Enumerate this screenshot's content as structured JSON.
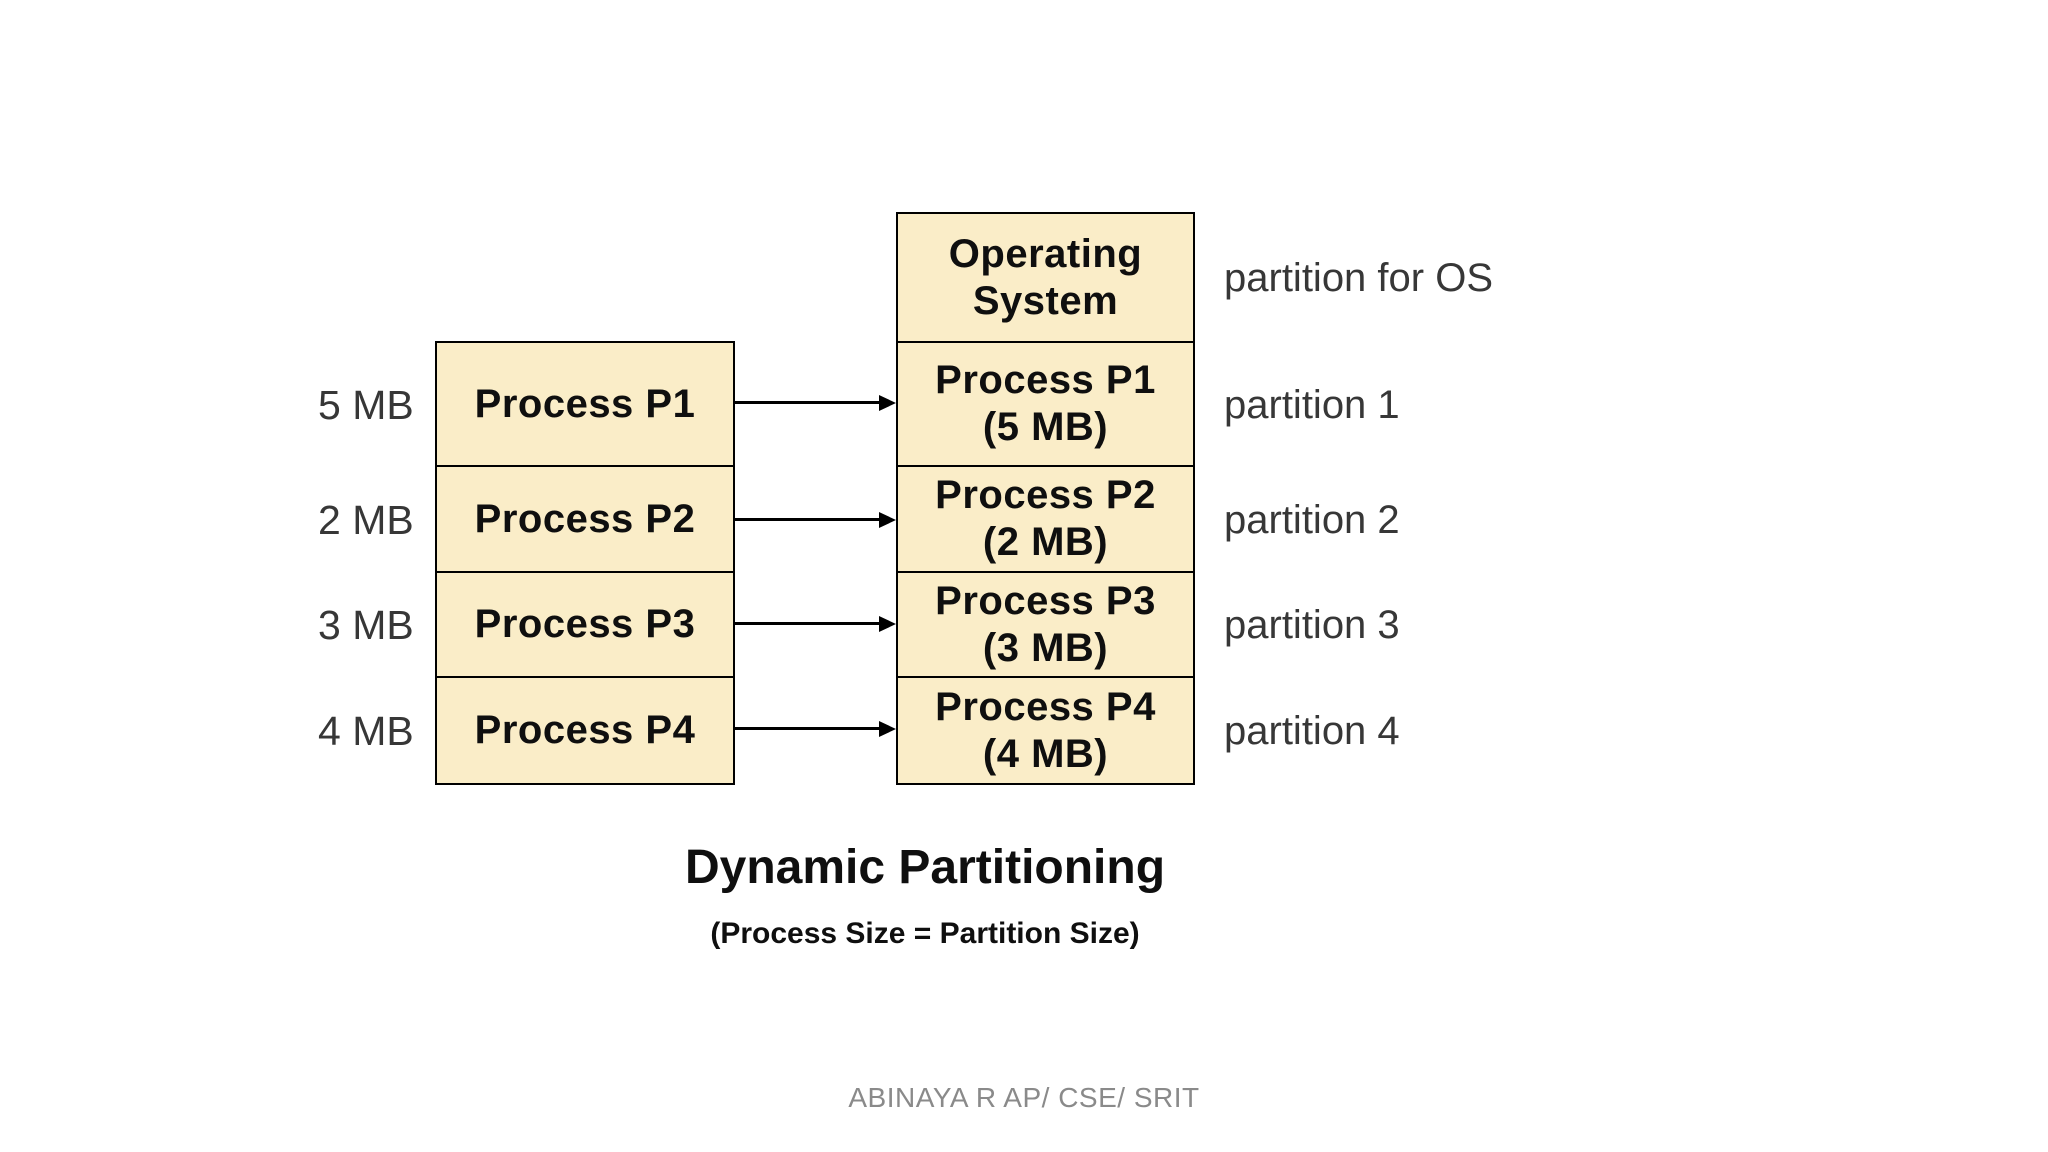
{
  "diagram": {
    "title": "Dynamic Partitioning",
    "subtitle": "(Process Size = Partition Size)",
    "footer": "ABINAYA R AP/ CSE/ SRIT",
    "colors": {
      "page_bg": "#ffffff",
      "box_fill": "#FAEDC8",
      "box_border": "#000000",
      "box_text": "#0f0f0f",
      "label_text": "#373737",
      "arrow": "#000000",
      "footer_text": "#8a8a8a"
    },
    "left_column": {
      "rows": [
        {
          "size_label": "5 MB",
          "box_label": "Process P1"
        },
        {
          "size_label": "2 MB",
          "box_label": "Process P2"
        },
        {
          "size_label": "3 MB",
          "box_label": "Process P3"
        },
        {
          "size_label": "4 MB",
          "box_label": "Process P4"
        }
      ]
    },
    "right_column": {
      "os_box": {
        "line1": "Operating",
        "line2": "System",
        "side_label": "partition for OS"
      },
      "partitions": [
        {
          "line1": "Process P1",
          "line2": "(5 MB)",
          "side_label": "partition 1"
        },
        {
          "line1": "Process P2",
          "line2": "(2 MB)",
          "side_label": "partition 2"
        },
        {
          "line1": "Process P3",
          "line2": "(3 MB)",
          "side_label": "partition 3"
        },
        {
          "line1": "Process P4",
          "line2": "(4 MB)",
          "side_label": "partition 4"
        }
      ]
    }
  }
}
